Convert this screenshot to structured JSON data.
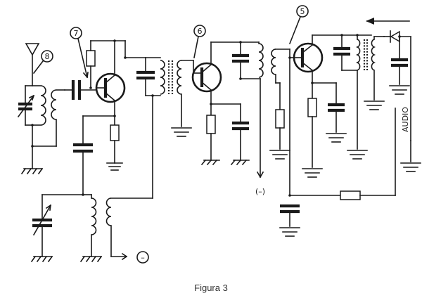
{
  "callouts": {
    "c8": "8",
    "c7": "7",
    "c6": "6",
    "c5": "5"
  },
  "labels": {
    "negative_1": "(–)",
    "negative_2": "–",
    "audio": "AUDIO"
  },
  "caption": "Figura 3"
}
